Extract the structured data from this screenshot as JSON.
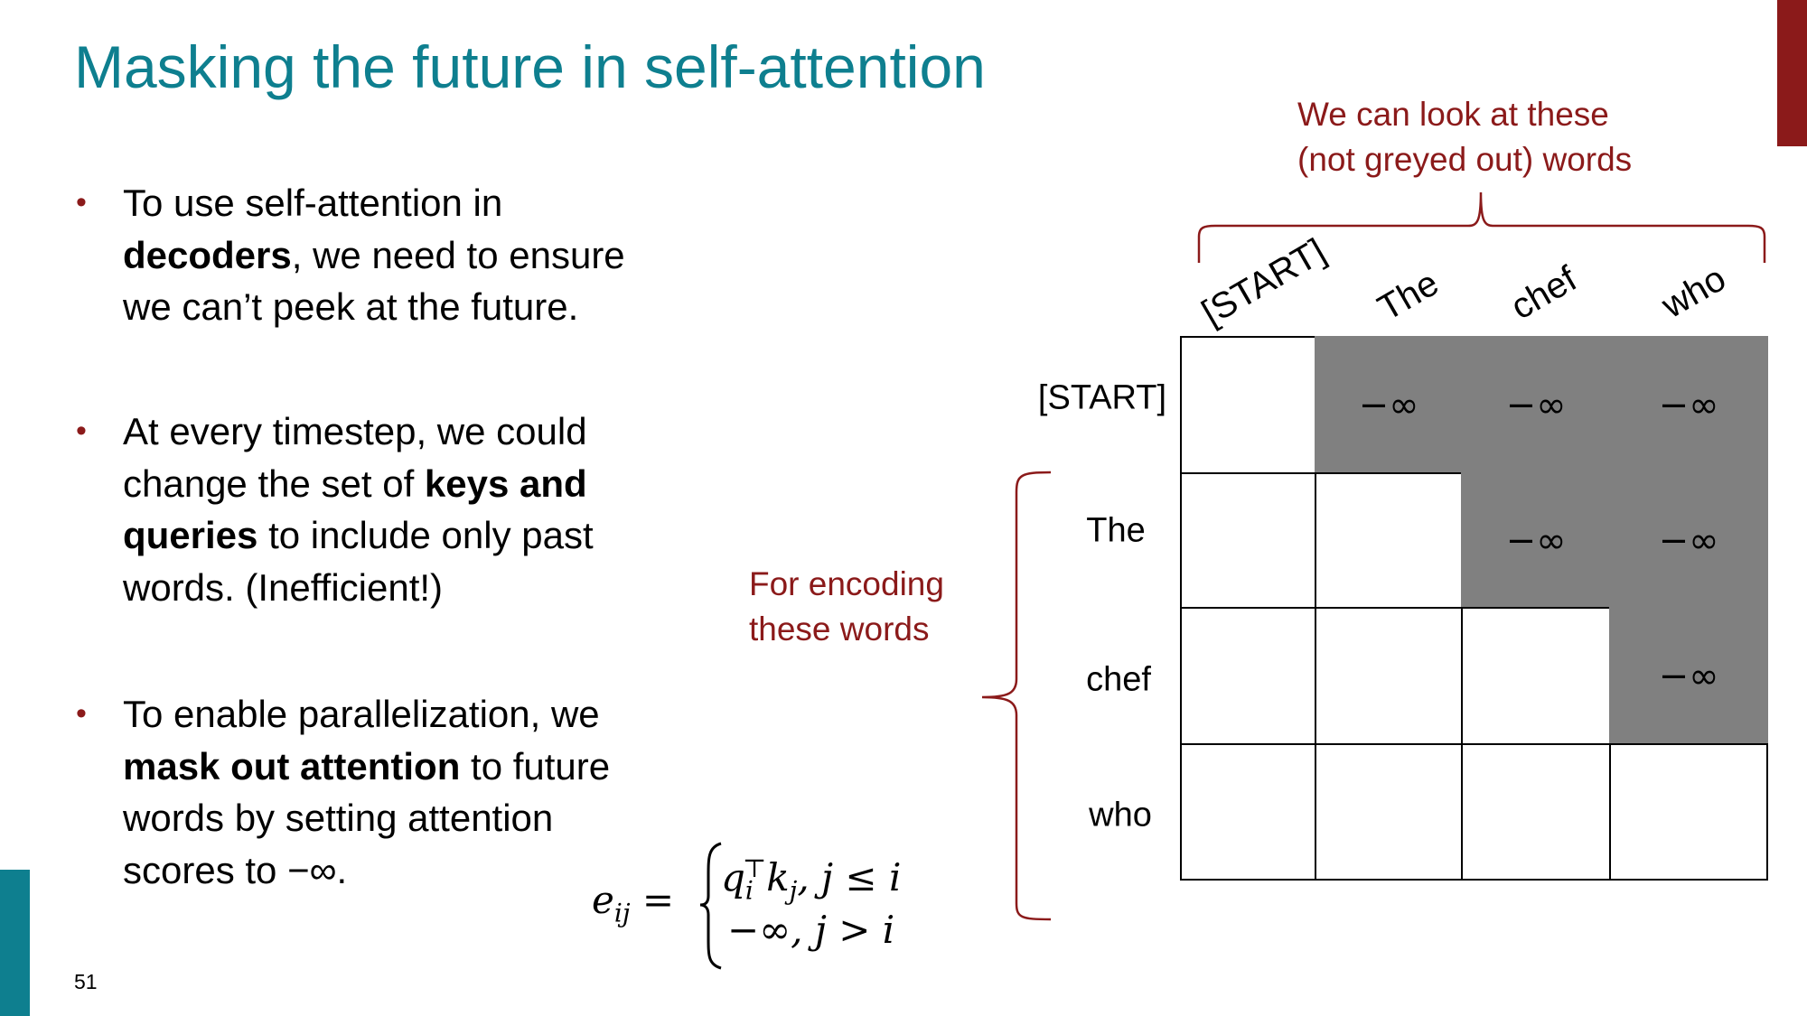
{
  "title": "Masking the future in self-attention",
  "bullets": [
    {
      "parts": [
        [
          "To use self-attention in ",
          false
        ],
        [
          "decoders",
          true
        ],
        [
          ", we need to ensure we can’t peek at the future.",
          false
        ]
      ]
    },
    {
      "parts": [
        [
          "At every timestep, we could change the set of ",
          false
        ],
        [
          "keys and queries",
          true
        ],
        [
          " to include only past words. (Inefficient!)",
          false
        ]
      ]
    },
    {
      "parts": [
        [
          "To enable parallelization, we ",
          false
        ],
        [
          "mask out attention",
          true
        ],
        [
          " to future words by setting attention scores to −∞.",
          false
        ]
      ]
    }
  ],
  "page_number": "51",
  "equation": {
    "lhs": "e",
    "lhs_sub": "ij",
    "eq": "=",
    "case1": "q",
    "case1_sub": "i",
    "case1_sup": "⊤",
    "case1_rest": "k",
    "case1_rest_sub": "j",
    "case1_cond": ", j ≤ i",
    "case2": "−∞, j > i"
  },
  "annotations": {
    "encoding": [
      "For encoding",
      "these words"
    ],
    "look": [
      "We can look at these",
      "(not greyed out) words"
    ]
  },
  "words": [
    "[START]",
    "The",
    "chef",
    "who"
  ],
  "mask_value": "−∞",
  "colors": {
    "title": "#0e7f8f",
    "accent_red": "#8b1a1a",
    "masked_cell": "#808080"
  }
}
